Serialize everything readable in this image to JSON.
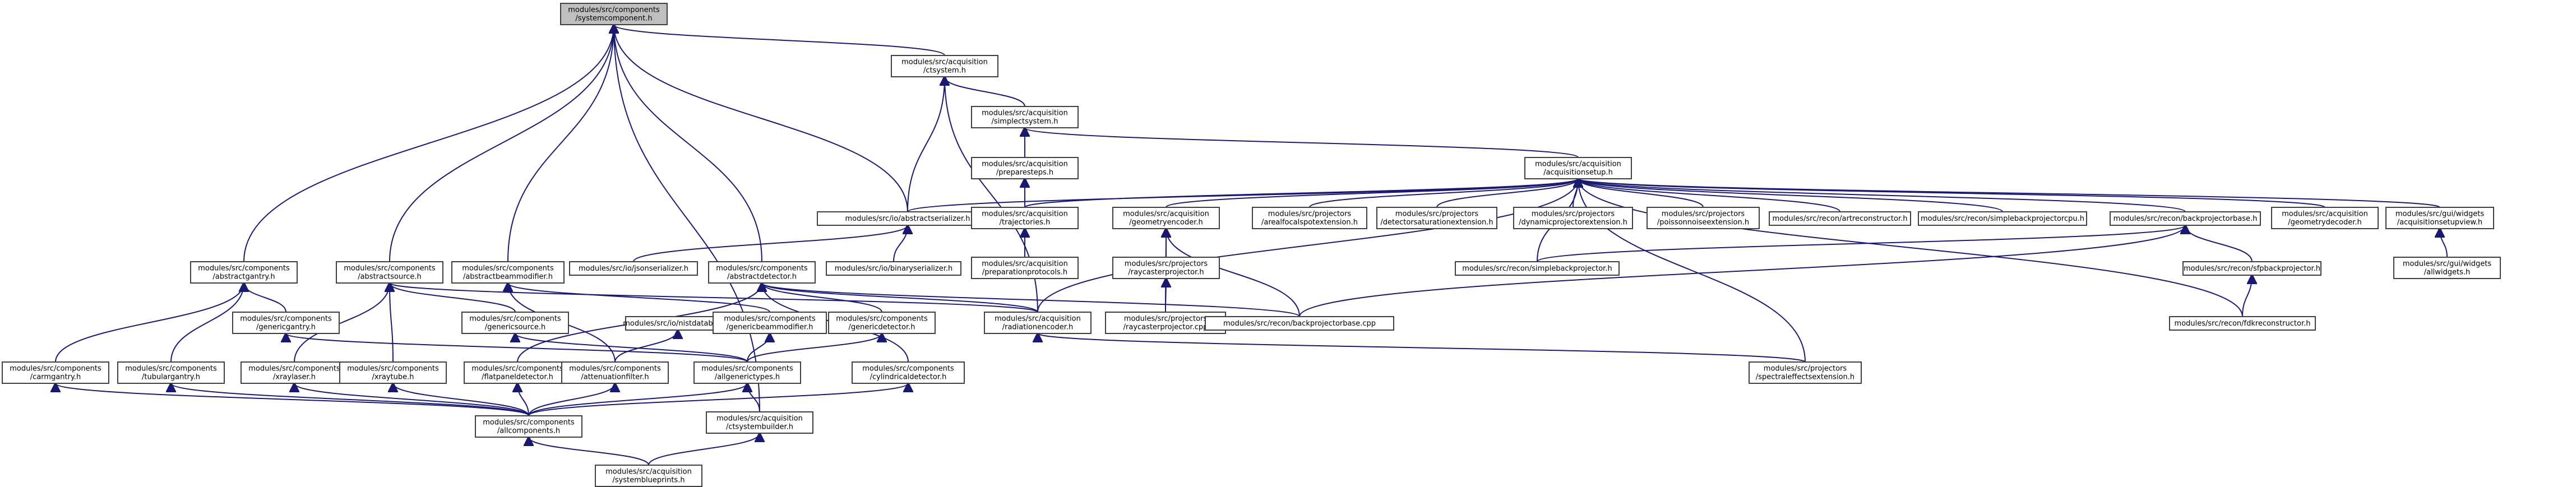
{
  "graph": {
    "colors": {
      "node_fill": "#ffffff",
      "root_fill": "#bfbfbf",
      "border": "#404040",
      "edge": "#191970"
    },
    "nodes": [
      {
        "id": "systemcomponent",
        "lines": [
          "modules/src/components",
          "/systemcomponent.h"
        ],
        "root": true
      },
      {
        "id": "ctsystem",
        "lines": [
          "modules/src/acquisition",
          "/ctsystem.h"
        ]
      },
      {
        "id": "abstractgantry",
        "lines": [
          "modules/src/components",
          "/abstractgantry.h"
        ]
      },
      {
        "id": "abstractsource",
        "lines": [
          "modules/src/components",
          "/abstractsource.h"
        ]
      },
      {
        "id": "abstractbeammodifier",
        "lines": [
          "modules/src/components",
          "/abstractbeammodifier.h"
        ]
      },
      {
        "id": "abstractdetector",
        "lines": [
          "modules/src/components",
          "/abstractdetector.h"
        ]
      },
      {
        "id": "abstractserializer",
        "lines": [
          "modules/src/io/abstractserializer.h"
        ]
      },
      {
        "id": "simplectsystem",
        "lines": [
          "modules/src/acquisition",
          "/simplectsystem.h"
        ]
      },
      {
        "id": "preparesteps",
        "lines": [
          "modules/src/acquisition",
          "/preparesteps.h"
        ]
      },
      {
        "id": "acquisitionsetup",
        "lines": [
          "modules/src/acquisition",
          "/acquisitionsetup.h"
        ]
      },
      {
        "id": "trajectories",
        "lines": [
          "modules/src/acquisition",
          "/trajectories.h"
        ]
      },
      {
        "id": "preparationprotocols",
        "lines": [
          "modules/src/acquisition",
          "/preparationprotocols.h"
        ]
      },
      {
        "id": "geometryencoder",
        "lines": [
          "modules/src/acquisition",
          "/geometryencoder.h"
        ]
      },
      {
        "id": "raycasterprojector_h",
        "lines": [
          "modules/src/projectors",
          "/raycasterprojector.h"
        ]
      },
      {
        "id": "raycasterprojector_cpp",
        "lines": [
          "modules/src/projectors",
          "/raycasterprojector.cpp"
        ]
      },
      {
        "id": "arealfocalspot",
        "lines": [
          "modules/src/projectors",
          "/arealfocalspotextension.h"
        ]
      },
      {
        "id": "detectorsaturation",
        "lines": [
          "modules/src/projectors",
          "/detectorsaturationextension.h"
        ]
      },
      {
        "id": "dynamicprojector",
        "lines": [
          "modules/src/projectors",
          "/dynamicprojectorextension.h"
        ]
      },
      {
        "id": "poissonnoise",
        "lines": [
          "modules/src/projectors",
          "/poissonnoiseextension.h"
        ]
      },
      {
        "id": "artreconstructor",
        "lines": [
          "modules/src/recon/artreconstructor.h"
        ]
      },
      {
        "id": "simplebackprojectorcpu",
        "lines": [
          "modules/src/recon/simplebackprojectorcpu.h"
        ]
      },
      {
        "id": "backprojectorbase_h",
        "lines": [
          "modules/src/recon/backprojectorbase.h"
        ]
      },
      {
        "id": "geometrydecoder",
        "lines": [
          "modules/src/acquisition",
          "/geometrydecoder.h"
        ]
      },
      {
        "id": "acquisitionsetupview",
        "lines": [
          "modules/src/gui/widgets",
          "/acquisitionsetupview.h"
        ]
      },
      {
        "id": "jsonserializer",
        "lines": [
          "modules/src/io/jsonserializer.h"
        ]
      },
      {
        "id": "binaryserializer",
        "lines": [
          "modules/src/io/binaryserializer.h"
        ]
      },
      {
        "id": "simplebackprojector",
        "lines": [
          "modules/src/recon/simplebackprojector.h"
        ]
      },
      {
        "id": "sfpbackprojector",
        "lines": [
          "modules/src/recon/sfpbackprojector.h"
        ]
      },
      {
        "id": "allwidgets",
        "lines": [
          "modules/src/gui/widgets",
          "/allwidgets.h"
        ]
      },
      {
        "id": "genericgantry",
        "lines": [
          "modules/src/components",
          "/genericgantry.h"
        ]
      },
      {
        "id": "genericsource",
        "lines": [
          "modules/src/components",
          "/genericsource.h"
        ]
      },
      {
        "id": "nistdatabase",
        "lines": [
          "modules/src/io/nistdatabase.h"
        ]
      },
      {
        "id": "genericbeammodifier",
        "lines": [
          "modules/src/components",
          "/genericbeammodifier.h"
        ]
      },
      {
        "id": "genericdetector",
        "lines": [
          "modules/src/components",
          "/genericdetector.h"
        ]
      },
      {
        "id": "radiationencoder",
        "lines": [
          "modules/src/acquisition",
          "/radiationencoder.h"
        ]
      },
      {
        "id": "backprojectorbase_cpp",
        "lines": [
          "modules/src/recon/backprojectorbase.cpp"
        ]
      },
      {
        "id": "fdkreconstructor",
        "lines": [
          "modules/src/recon/fdkreconstructor.h"
        ]
      },
      {
        "id": "carmgantry",
        "lines": [
          "modules/src/components",
          "/carmgantry.h"
        ]
      },
      {
        "id": "tubulargantry",
        "lines": [
          "modules/src/components",
          "/tubulargantry.h"
        ]
      },
      {
        "id": "xraylaser",
        "lines": [
          "modules/src/components",
          "/xraylaser.h"
        ]
      },
      {
        "id": "xraytube",
        "lines": [
          "modules/src/components",
          "/xraytube.h"
        ]
      },
      {
        "id": "flatpaneldetector",
        "lines": [
          "modules/src/components",
          "/flatpaneldetector.h"
        ]
      },
      {
        "id": "attenuationfilter",
        "lines": [
          "modules/src/components",
          "/attenuationfilter.h"
        ]
      },
      {
        "id": "allgenerictypes",
        "lines": [
          "modules/src/components",
          "/allgenerictypes.h"
        ]
      },
      {
        "id": "cylindricaldetector",
        "lines": [
          "modules/src/components",
          "/cylindricaldetector.h"
        ]
      },
      {
        "id": "spectraleffect",
        "lines": [
          "modules/src/projectors",
          "/spectraleffectsextension.h"
        ]
      },
      {
        "id": "allcomponents",
        "lines": [
          "modules/src/components",
          "/allcomponents.h"
        ]
      },
      {
        "id": "ctsystembuilder",
        "lines": [
          "modules/src/acquisition",
          "/ctsystembuilder.h"
        ]
      },
      {
        "id": "systemblueprints",
        "lines": [
          "modules/src/acquisition",
          "/systemblueprints.h"
        ]
      }
    ],
    "edges": [
      [
        "ctsystem",
        "systemcomponent"
      ],
      [
        "abstractgantry",
        "systemcomponent"
      ],
      [
        "abstractsource",
        "systemcomponent"
      ],
      [
        "abstractbeammodifier",
        "systemcomponent"
      ],
      [
        "abstractdetector",
        "systemcomponent"
      ],
      [
        "abstractserializer",
        "systemcomponent"
      ],
      [
        "ctsystembuilder",
        "systemcomponent"
      ],
      [
        "simplectsystem",
        "ctsystem"
      ],
      [
        "abstractserializer",
        "ctsystem"
      ],
      [
        "radiationencoder",
        "ctsystem"
      ],
      [
        "acquisitionsetup",
        "simplectsystem"
      ],
      [
        "preparesteps",
        "simplectsystem"
      ],
      [
        "trajectories",
        "preparesteps"
      ],
      [
        "preparationprotocols",
        "trajectories"
      ],
      [
        "abstractserializer",
        "acquisitionsetup"
      ],
      [
        "trajectories",
        "acquisitionsetup"
      ],
      [
        "geometryencoder",
        "acquisitionsetup"
      ],
      [
        "arealfocalspot",
        "acquisitionsetup"
      ],
      [
        "detectorsaturation",
        "acquisitionsetup"
      ],
      [
        "dynamicprojector",
        "acquisitionsetup"
      ],
      [
        "poissonnoise",
        "acquisitionsetup"
      ],
      [
        "artreconstructor",
        "acquisitionsetup"
      ],
      [
        "simplebackprojectorcpu",
        "acquisitionsetup"
      ],
      [
        "backprojectorbase_h",
        "acquisitionsetup"
      ],
      [
        "geometrydecoder",
        "acquisitionsetup"
      ],
      [
        "acquisitionsetupview",
        "acquisitionsetup"
      ],
      [
        "radiationencoder",
        "acquisitionsetup"
      ],
      [
        "simplebackprojector",
        "acquisitionsetup"
      ],
      [
        "fdkreconstructor",
        "acquisitionsetup"
      ],
      [
        "spectraleffect",
        "acquisitionsetup"
      ],
      [
        "raycasterprojector_h",
        "geometryencoder"
      ],
      [
        "raycasterprojector_cpp",
        "geometryencoder"
      ],
      [
        "backprojectorbase_cpp",
        "geometryencoder"
      ],
      [
        "raycasterprojector_cpp",
        "raycasterprojector_h"
      ],
      [
        "simplebackprojector",
        "backprojectorbase_h"
      ],
      [
        "sfpbackprojector",
        "backprojectorbase_h"
      ],
      [
        "backprojectorbase_cpp",
        "backprojectorbase_h"
      ],
      [
        "fdkreconstructor",
        "sfpbackprojector"
      ],
      [
        "allwidgets",
        "acquisitionsetupview"
      ],
      [
        "jsonserializer",
        "abstractserializer"
      ],
      [
        "binaryserializer",
        "abstractserializer"
      ],
      [
        "genericgantry",
        "abstractgantry"
      ],
      [
        "carmgantry",
        "abstractgantry"
      ],
      [
        "tubulargantry",
        "abstractgantry"
      ],
      [
        "genericsource",
        "abstractsource"
      ],
      [
        "xraylaser",
        "abstractsource"
      ],
      [
        "xraytube",
        "abstractsource"
      ],
      [
        "radiationencoder",
        "abstractsource"
      ],
      [
        "genericbeammodifier",
        "abstractbeammodifier"
      ],
      [
        "attenuationfilter",
        "abstractbeammodifier"
      ],
      [
        "genericdetector",
        "abstractdetector"
      ],
      [
        "flatpaneldetector",
        "abstractdetector"
      ],
      [
        "cylindricaldetector",
        "abstractdetector"
      ],
      [
        "radiationencoder",
        "abstractdetector"
      ],
      [
        "backprojectorbase_cpp",
        "abstractdetector"
      ],
      [
        "attenuationfilter",
        "nistdatabase"
      ],
      [
        "allgenerictypes",
        "genericgantry"
      ],
      [
        "allgenerictypes",
        "genericsource"
      ],
      [
        "allgenerictypes",
        "genericbeammodifier"
      ],
      [
        "allgenerictypes",
        "genericdetector"
      ],
      [
        "spectraleffect",
        "radiationencoder"
      ],
      [
        "allcomponents",
        "carmgantry"
      ],
      [
        "allcomponents",
        "tubulargantry"
      ],
      [
        "allcomponents",
        "xraylaser"
      ],
      [
        "allcomponents",
        "xraytube"
      ],
      [
        "allcomponents",
        "flatpaneldetector"
      ],
      [
        "allcomponents",
        "attenuationfilter"
      ],
      [
        "allcomponents",
        "allgenerictypes"
      ],
      [
        "allcomponents",
        "cylindricaldetector"
      ],
      [
        "ctsystembuilder",
        "allgenerictypes"
      ],
      [
        "systemblueprints",
        "allcomponents"
      ],
      [
        "systemblueprints",
        "ctsystembuilder"
      ]
    ]
  }
}
